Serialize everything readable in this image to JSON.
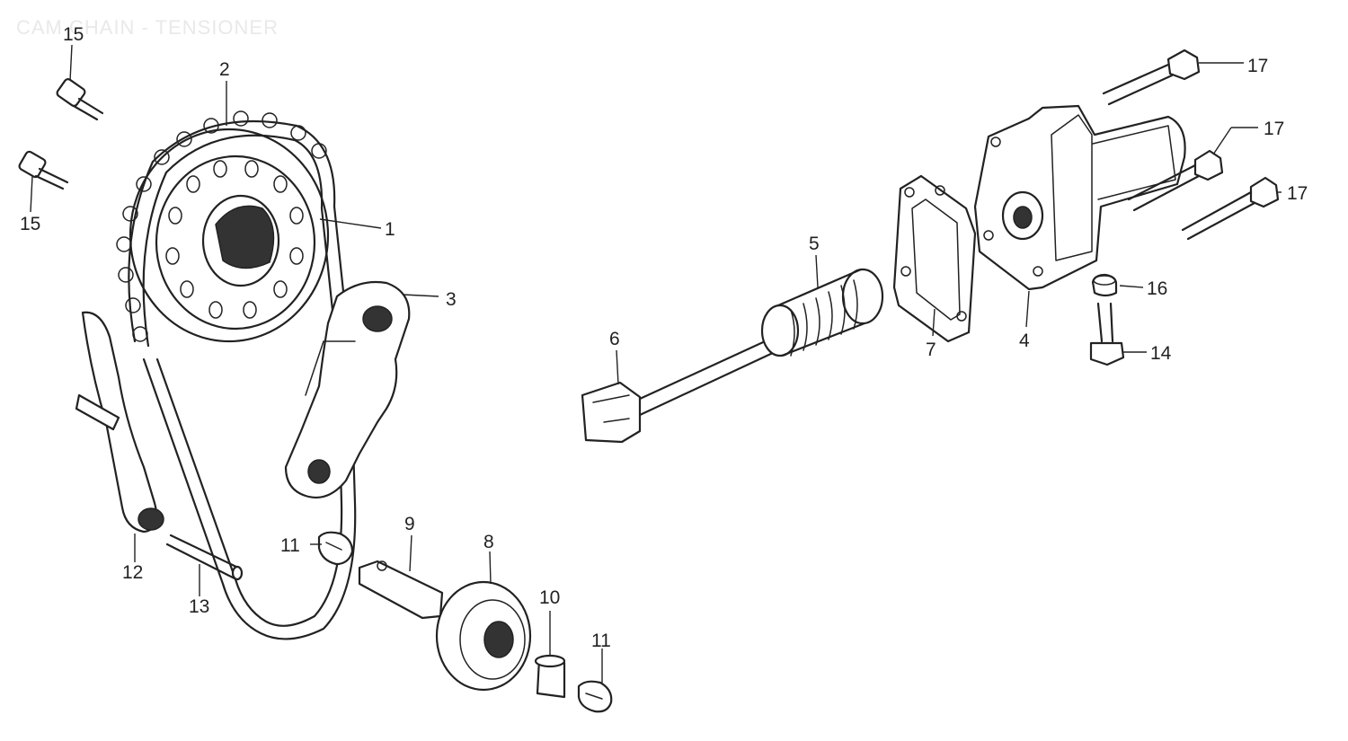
{
  "title": "CAM CHAIN - TENSIONER",
  "callouts": {
    "c1": "1",
    "c2": "2",
    "c3": "3",
    "c4": "4",
    "c5": "5",
    "c6": "6",
    "c7": "7",
    "c8": "8",
    "c9": "9",
    "c10": "10",
    "c11a": "11",
    "c11b": "11",
    "c12": "12",
    "c13": "13",
    "c14": "14",
    "c15a": "15",
    "c15b": "15",
    "c16": "16",
    "c17a": "17",
    "c17b": "17",
    "c17c": "17"
  },
  "colors": {
    "ink": "#222222",
    "title": "#e9e9e9",
    "background": "#ffffff"
  }
}
